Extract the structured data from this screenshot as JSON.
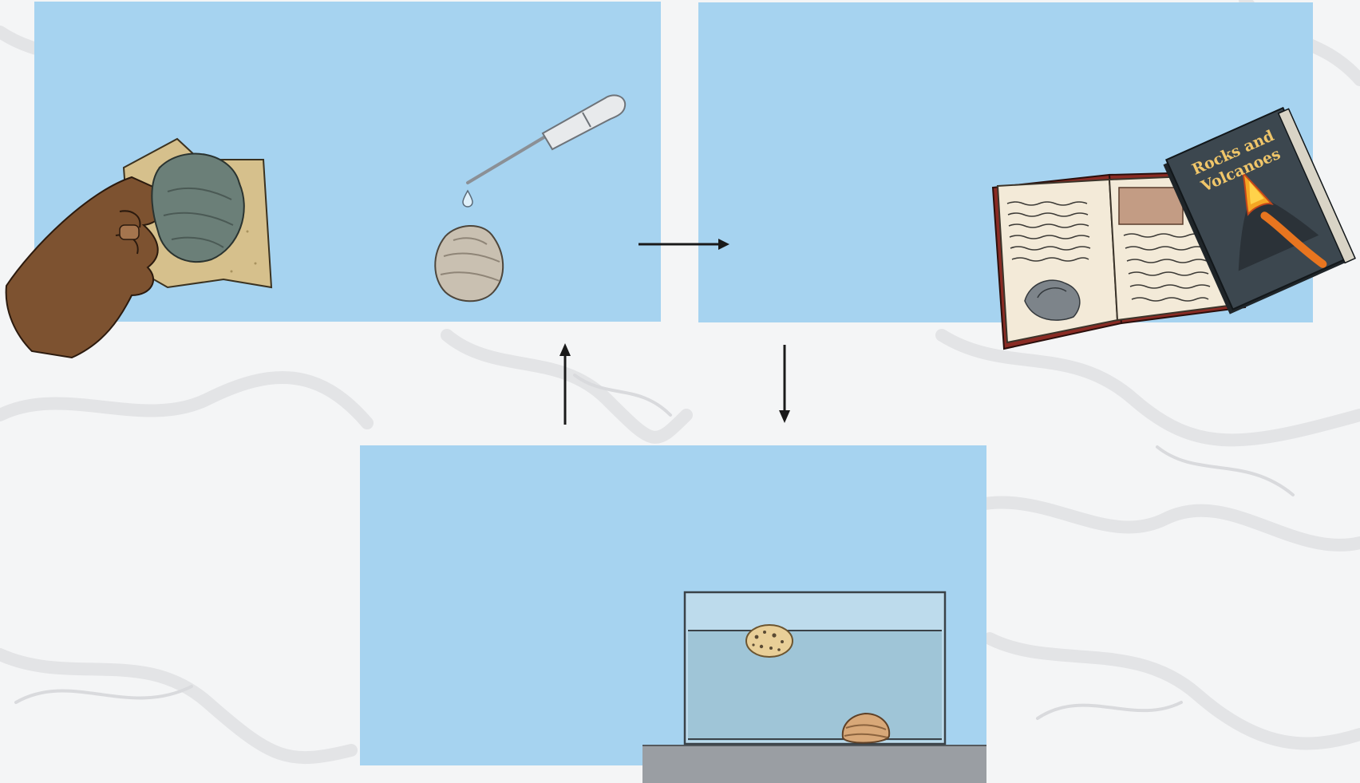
{
  "colors": {
    "panel": "#a6d3f0",
    "arrow": "#1a1a1a",
    "background": "#f4f5f6"
  },
  "panels": [
    {
      "id": "panel-test",
      "contents": [
        "sandpaper-hand-icon",
        "pipette-icon",
        "water-drop-icon",
        "rock-icon"
      ]
    },
    {
      "id": "panel-research",
      "contents": [
        "open-book-icon",
        "book-icon"
      ]
    },
    {
      "id": "panel-float-test",
      "contents": [
        "water-tank-icon",
        "pumice-icon",
        "rock-icon"
      ]
    }
  ],
  "book": {
    "title_line1": "Rocks and",
    "title_line2": "Volcanoes"
  }
}
